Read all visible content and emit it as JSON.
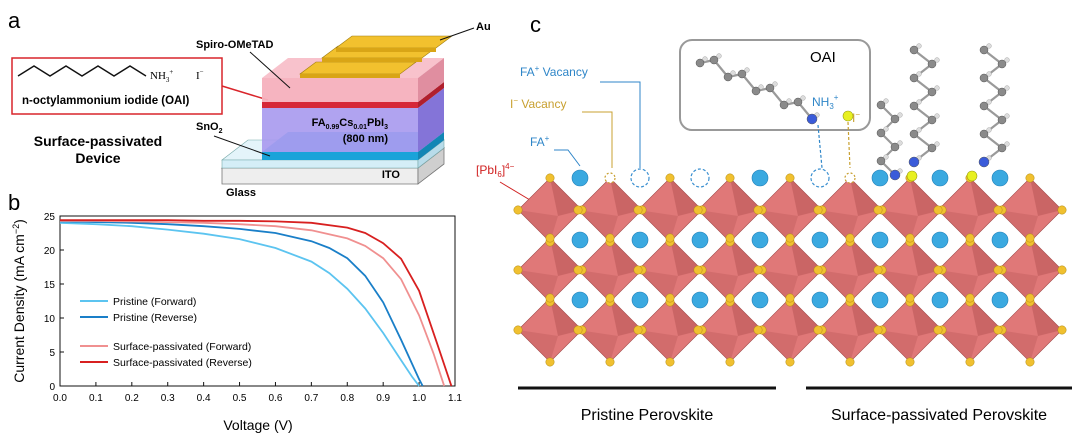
{
  "panel_a": {
    "letter": "a",
    "oai_box": {
      "nh3_label": "NH",
      "nh3_sub": "3",
      "nh3_sup": "+",
      "iodide": "I",
      "iodide_sup": "−",
      "name": "n-octylammonium iodide (OAI)"
    },
    "device_title_line1": "Surface-passivated",
    "device_title_line2": "Device",
    "layers": {
      "au": "Au",
      "spiro": "Spiro-OMeTAD",
      "sno2_main": "SnO",
      "sno2_sub": "2",
      "perov_line1": "FA0.99Cs0.01PbI3",
      "perov_line2": "(800 nm)",
      "ito": "ITO",
      "glass": "Glass"
    },
    "colors": {
      "au": "#f2c12e",
      "spiro": "#f2a3b3",
      "red_layer": "#d62839",
      "perovskite": "#9c8ce8",
      "sno2": "#1aa3d9",
      "ito": "#d4eef7",
      "glass": "#eeeeee"
    }
  },
  "panel_b": {
    "letter": "b"
  },
  "panel_c": {
    "letter": "c",
    "labels": {
      "oai": "OAI",
      "fa_vacancy_main": "FA",
      "fa_vacancy_sup": "+",
      "fa_vacancy_rest": " Vacancy",
      "i_vacancy_main": "I",
      "i_vacancy_sup": "−",
      "i_vacancy_rest": " Vacancy",
      "fa_main": "FA",
      "fa_sup": "+",
      "pbi6_main": "[PbI",
      "pbi6_sub": "6",
      "pbi6_rest": "]",
      "pbi6_sup": "4−",
      "nh3_main": "NH",
      "nh3_sub": "3",
      "nh3_sup": "+",
      "iod_main": "I",
      "iod_sup": "−",
      "pristine": "Pristine Perovskite",
      "passivated": "Surface-passivated Perovskite"
    },
    "colors": {
      "octahedron": "#e07878",
      "octahedron_dark": "#b85555",
      "iodide": "#f0c030",
      "fa": "#3aa9e0",
      "nitrogen": "#3a5bd9",
      "carbon": "#8a8a8a",
      "fa_vacancy": "#3a8fd0",
      "i_vacancy": "#c8a030"
    }
  },
  "chart_data": {
    "type": "line",
    "xlabel": "Voltage (V)",
    "ylabel_main": "Current Density (mA cm",
    "ylabel_sup": "−2",
    "ylabel_end": ")",
    "xlim": [
      0.0,
      1.1
    ],
    "ylim": [
      0,
      25
    ],
    "xticks": [
      "0.0",
      "0.1",
      "0.2",
      "0.3",
      "0.4",
      "0.5",
      "0.6",
      "0.7",
      "0.8",
      "0.9",
      "1.0",
      "1.1"
    ],
    "yticks": [
      "0",
      "5",
      "10",
      "15",
      "20",
      "25"
    ],
    "legend_position": "left",
    "series": [
      {
        "name": "Pristine (Forward)",
        "color": "#5cc4f0",
        "x": [
          0,
          0.1,
          0.2,
          0.3,
          0.4,
          0.5,
          0.6,
          0.7,
          0.75,
          0.8,
          0.85,
          0.9,
          0.95,
          0.98,
          1.0
        ],
        "y": [
          24.0,
          23.8,
          23.5,
          23.0,
          22.4,
          21.6,
          20.3,
          18.3,
          16.6,
          14.3,
          11.4,
          7.8,
          3.8,
          1.4,
          0
        ]
      },
      {
        "name": "Pristine (Reverse)",
        "color": "#1a7fc8",
        "x": [
          0,
          0.1,
          0.2,
          0.3,
          0.4,
          0.5,
          0.6,
          0.7,
          0.75,
          0.8,
          0.85,
          0.9,
          0.95,
          1.0,
          1.01
        ],
        "y": [
          24.2,
          24.1,
          24.0,
          23.8,
          23.5,
          23.1,
          22.5,
          21.3,
          20.3,
          18.8,
          16.2,
          12.3,
          6.8,
          1.0,
          0
        ]
      },
      {
        "name": "Surface-passivated (Forward)",
        "color": "#f09090",
        "x": [
          0,
          0.1,
          0.2,
          0.3,
          0.4,
          0.5,
          0.6,
          0.7,
          0.8,
          0.85,
          0.9,
          0.95,
          1.0,
          1.04,
          1.07
        ],
        "y": [
          24.3,
          24.3,
          24.2,
          24.1,
          24.0,
          23.8,
          23.5,
          22.9,
          21.7,
          20.6,
          18.8,
          15.7,
          10.4,
          4.8,
          0
        ]
      },
      {
        "name": "Surface-passivated (Reverse)",
        "color": "#d82020",
        "x": [
          0,
          0.1,
          0.2,
          0.3,
          0.4,
          0.5,
          0.6,
          0.7,
          0.8,
          0.85,
          0.9,
          0.95,
          1.0,
          1.05,
          1.09
        ],
        "y": [
          24.4,
          24.4,
          24.4,
          24.4,
          24.3,
          24.3,
          24.2,
          24.0,
          23.3,
          22.5,
          21.0,
          18.7,
          14.0,
          6.3,
          0
        ]
      }
    ]
  }
}
